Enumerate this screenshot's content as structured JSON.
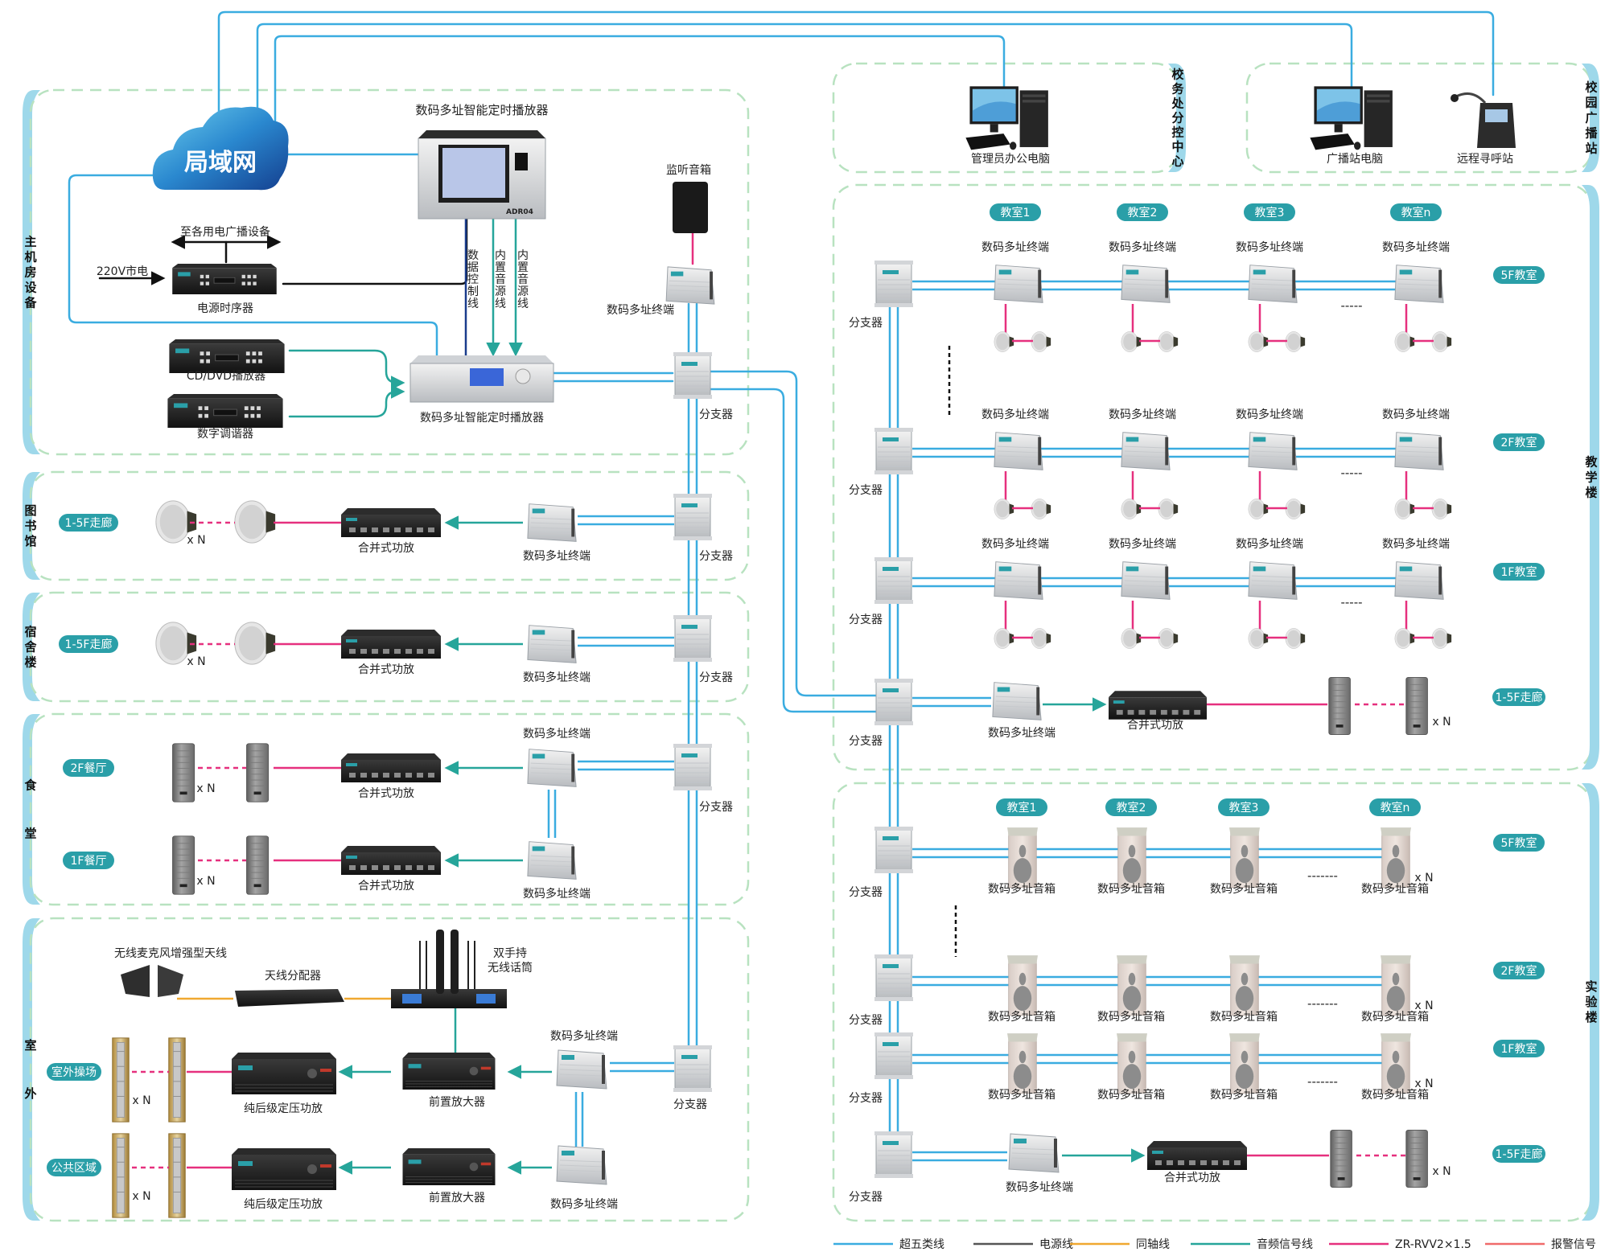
{
  "colors": {
    "cat5": "#3aace0",
    "power": "#555555",
    "coax": "#f0a830",
    "audio": "#26a59a",
    "rvv": "#e6307e",
    "alarm": "#f06a6a",
    "data_ctrl": "#1a3c8c",
    "zone_border": "#b8e2c0",
    "zone_bar": "#9ed8ea",
    "pill": "#2a9fa8"
  },
  "network": {
    "cloud_label": "局域网"
  },
  "zones": {
    "main_room": {
      "label": "主机房设备"
    },
    "library": {
      "label": "图书馆"
    },
    "dorm": {
      "label": "宿舍楼"
    },
    "canteen": {
      "label": "食堂"
    },
    "outdoor": {
      "label": "室外"
    },
    "office_center": {
      "label": "校务处分控中心"
    },
    "broadcast_station": {
      "label": "校园广播站"
    },
    "teaching": {
      "label": "教学楼"
    },
    "lab": {
      "label": "实验楼"
    }
  },
  "main_room": {
    "top_player": "数码多址智能定时播放器",
    "top_player_model": "ADR04",
    "power_seq": "电源时序器",
    "power_seq_out": "至各用电广播设备",
    "mains": "220V市电",
    "cd": "CD/DVD播放器",
    "tuner": "数字调谐器",
    "bottom_player": "数码多址智能定时播放器",
    "wire_data": "数据控制线",
    "wire_audio1": "内置音源线",
    "wire_audio2": "内置音源线",
    "monitor": "监听音箱",
    "terminal": "数码多址终端",
    "splitter": "分支器"
  },
  "library": {
    "pill": "1-5F走廊",
    "xn": "x N",
    "amp": "合并式功放",
    "terminal": "数码多址终端",
    "splitter": "分支器"
  },
  "dorm": {
    "pill": "1-5F走廊",
    "xn": "x N",
    "amp": "合并式功放",
    "terminal": "数码多址终端",
    "splitter": "分支器"
  },
  "canteen": {
    "rows": [
      {
        "pill": "2F餐厅",
        "xn": "x N",
        "amp": "合并式功放",
        "terminal": "数码多址终端"
      },
      {
        "pill": "1F餐厅",
        "xn": "x N",
        "amp": "合并式功放",
        "terminal": "数码多址终端"
      }
    ],
    "splitter": "分支器"
  },
  "outdoor": {
    "antenna": "无线麦克风增强型天线",
    "distributor": "天线分配器",
    "mic": "双手持无线话筒",
    "mic_line1": "双手持",
    "mic_line2": "无线话筒",
    "rows": [
      {
        "pill": "室外操场",
        "xn": "x N",
        "amp": "纯后级定压功放",
        "pre": "前置放大器",
        "terminal": "数码多址终端"
      },
      {
        "pill": "公共区域",
        "xn": "x N",
        "amp": "纯后级定压功放",
        "pre": "前置放大器",
        "terminal": "数码多址终端"
      }
    ],
    "splitter": "分支器"
  },
  "office_center": {
    "pc": "管理员办公电脑"
  },
  "broadcast_station": {
    "pc": "广播站电脑",
    "pager": "远程寻呼站"
  },
  "teaching": {
    "rooms": [
      "教室1",
      "教室2",
      "教室3",
      "教室n"
    ],
    "floors": [
      {
        "pill": "5F教室",
        "terminal": "数码多址终端"
      },
      {
        "pill": "2F教室",
        "terminal": "数码多址终端"
      },
      {
        "pill": "1F教室",
        "terminal": "数码多址终端"
      }
    ],
    "corridor": {
      "pill": "1-5F走廊",
      "terminal": "数码多址终端",
      "amp": "合并式功放",
      "xn": "x N"
    },
    "splitter": "分支器",
    "ellipsis": "-----"
  },
  "lab": {
    "rooms": [
      "教室1",
      "教室2",
      "教室3",
      "教室n"
    ],
    "floors": [
      {
        "pill": "5F教室",
        "speaker": "数码多址音箱",
        "xn": "x N"
      },
      {
        "pill": "2F教室",
        "speaker": "数码多址音箱",
        "xn": "x N"
      },
      {
        "pill": "1F教室",
        "speaker": "数码多址音箱",
        "xn": "x N"
      }
    ],
    "corridor": {
      "pill": "1-5F走廊",
      "terminal": "数码多址终端",
      "amp": "合并式功放",
      "xn": "x N"
    },
    "splitter": "分支器",
    "ellipsis": "-------"
  },
  "legend": [
    {
      "label": "超五类线",
      "color": "#3aace0"
    },
    {
      "label": "电源线",
      "color": "#555555"
    },
    {
      "label": "同轴线",
      "color": "#f0a830"
    },
    {
      "label": "音频信号线",
      "color": "#26a59a"
    },
    {
      "label": "ZR-RVV2×1.5",
      "color": "#e6307e"
    },
    {
      "label": "报警信号",
      "color": "#f06a6a"
    }
  ]
}
